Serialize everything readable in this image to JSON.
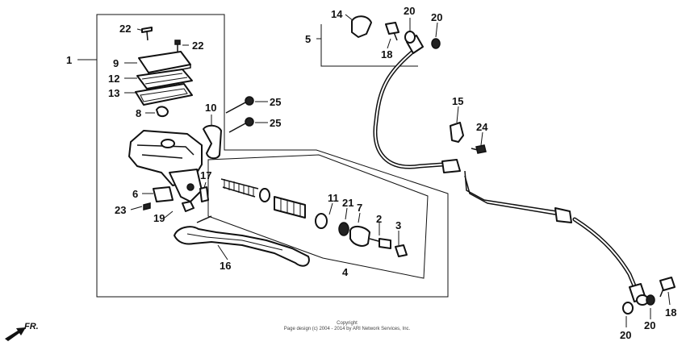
{
  "callouts": {
    "p1": "1",
    "p2": "2",
    "p3": "3",
    "p4": "4",
    "p5": "5",
    "p6": "6",
    "p7": "7",
    "p8": "8",
    "p9": "9",
    "p10": "10",
    "p11": "11",
    "p12": "12",
    "p13": "13",
    "p14": "14",
    "p15": "15",
    "p16": "16",
    "p17": "17",
    "p18a": "18",
    "p18b": "18",
    "p19": "19",
    "p20a": "20",
    "p20b": "20",
    "p20c": "20",
    "p20d": "20",
    "p21": "21",
    "p22a": "22",
    "p22b": "22",
    "p23": "23",
    "p24": "24",
    "p25a": "25",
    "p25b": "25"
  },
  "direction_label": "FR.",
  "copyright": {
    "line1": "Copyright",
    "line2": "Page design (c) 2004 - 2014 by ARI Network Services, Inc."
  },
  "colors": {
    "ink": "#111111",
    "paper": "#ffffff"
  }
}
